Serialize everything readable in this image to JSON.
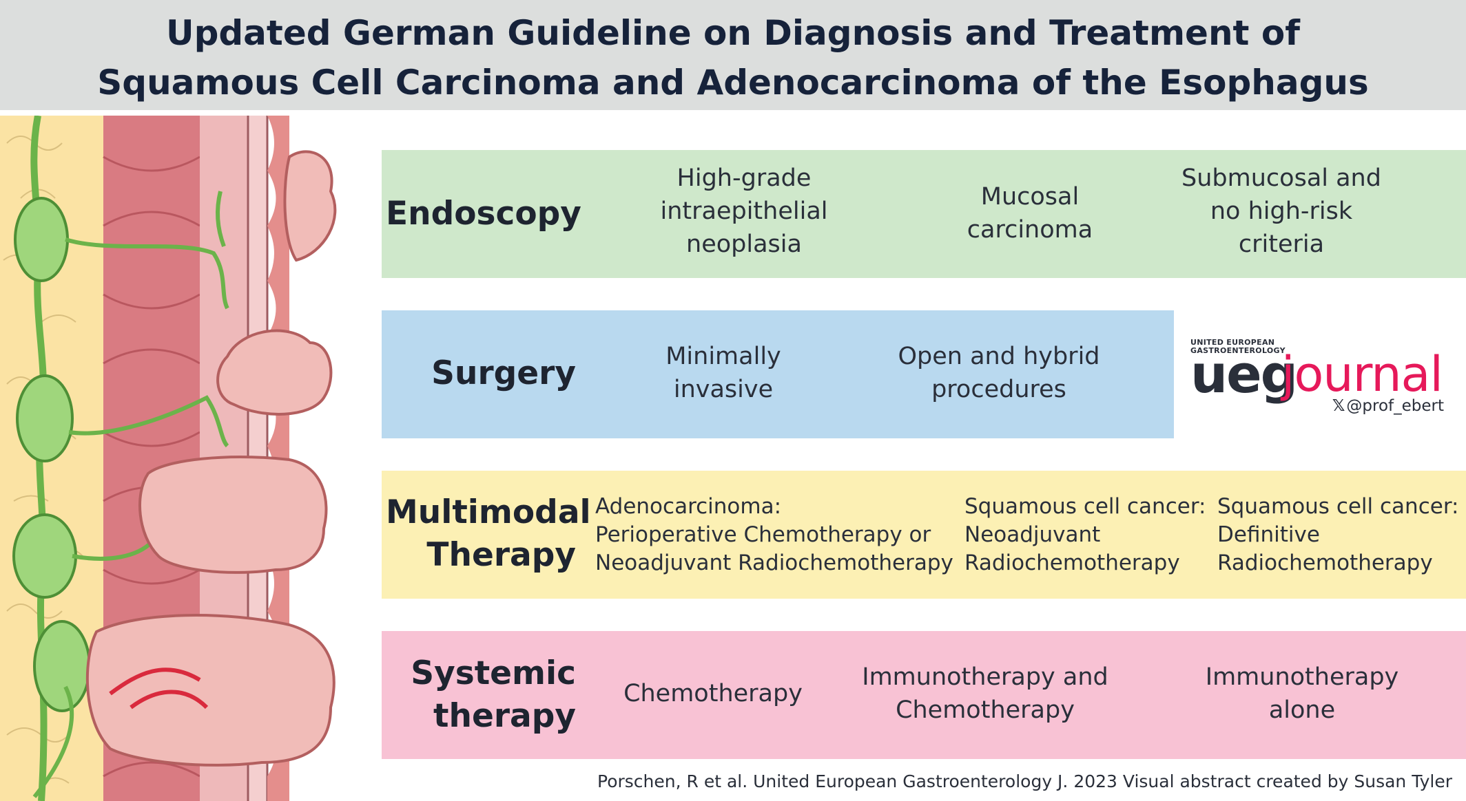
{
  "title": "Updated German Guideline on Diagnosis and Treatment of\nSquamous Cell Carcinoma and Adenocarcinoma of the Esophagus",
  "colors": {
    "header_bg": "#dcdedd",
    "endoscopy": "#cfe8cb",
    "surgery": "#b9d9ef",
    "multimodal": "#fcf0b4",
    "systemic": "#f8c2d4",
    "brand_pink": "#e6195a"
  },
  "rows": {
    "endoscopy": {
      "label": "Endoscopy",
      "items": [
        "High-grade\nintraepithelial\nneoplasia",
        "Mucosal\ncarcinoma",
        "Submucosal and\nno high-risk\ncriteria"
      ]
    },
    "surgery": {
      "label": "Surgery",
      "items": [
        "Minimally\ninvasive",
        "Open and hybrid\nprocedures"
      ]
    },
    "multimodal": {
      "label": "Multimodal\nTherapy",
      "items": [
        "Adenocarcinoma:\nPerioperative Chemotherapy or\nNeoadjuvant Radiochemotherapy",
        "Squamous cell cancer:\nNeoadjuvant\nRadiochemotherapy",
        "Squamous cell cancer:\nDefinitive\nRadiochemotherapy"
      ]
    },
    "systemic": {
      "label": "Systemic\ntherapy",
      "items": [
        "Chemotherapy",
        "Immunotherapy and\nChemotherapy",
        "Immunotherapy\nalone"
      ]
    }
  },
  "logo": {
    "small_text": "UNITED EUROPEAN\nGASTROENTEROLOGY",
    "brand": "ueg",
    "journal": "journal",
    "x_mark": "𝕏",
    "handle": "@prof_ebert"
  },
  "footer": "Porschen, R et al. United European Gastroenterology J. 2023 Visual abstract created by Susan Tyler",
  "illustration": {
    "icon": "esophagus-wall-tumor-illustration"
  }
}
